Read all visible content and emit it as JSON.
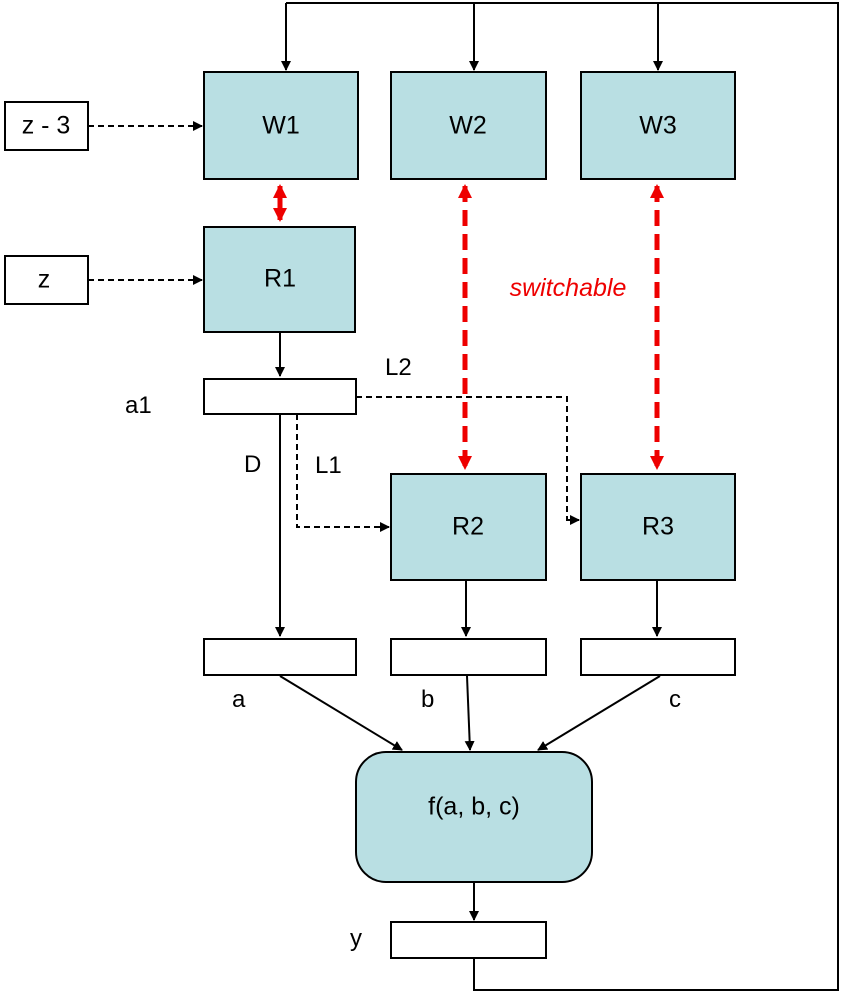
{
  "nodes": {
    "w1": "W1",
    "w2": "W2",
    "w3": "W3",
    "r1": "R1",
    "r2": "R2",
    "r3": "R3",
    "f": "f(a, b, c)"
  },
  "inputs": {
    "z_minus_3": "z - 3",
    "z": "z"
  },
  "labels": {
    "a1": "a1",
    "l1": "L1",
    "l2": "L2",
    "d": "D",
    "a": "a",
    "b": "b",
    "c": "c",
    "y": "y",
    "switchable": "switchable"
  },
  "colors": {
    "node_fill": "#b9dfe3",
    "switch_arrow": "#ee0000"
  }
}
